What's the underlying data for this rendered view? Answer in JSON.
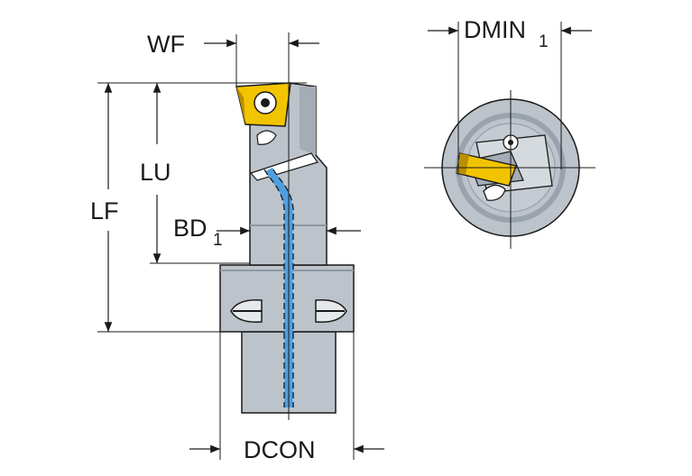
{
  "dimensions": {
    "wf": "WF",
    "lu": "LU",
    "lf": "LF",
    "bd_main": "BD",
    "bd_sub": "1",
    "dmin_main": "DMIN",
    "dmin_sub": "1",
    "dcon": "DCON"
  },
  "colors": {
    "body": "#bcc3cb",
    "body_dark": "#8f98a3",
    "coolant": "#4f9fe0",
    "insert": "#f2c400",
    "insert_dark": "#b98f00",
    "line": "#1a1a1a"
  },
  "icons": [
    "screw-icon",
    "clamp-slot-icon",
    "arrow-icon"
  ]
}
